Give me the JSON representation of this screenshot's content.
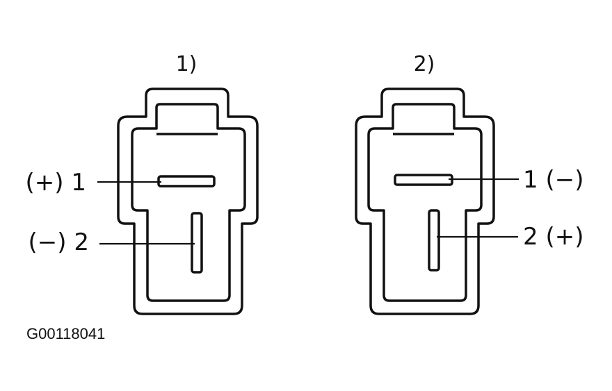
{
  "figure_code": "G00118041",
  "connectors": [
    {
      "title": "1)",
      "terminals": [
        {
          "label": "(+) 1"
        },
        {
          "label": "(−) 2"
        }
      ]
    },
    {
      "title": "2)",
      "terminals": [
        {
          "label": "1 (−)"
        },
        {
          "label": "2 (+)"
        }
      ]
    }
  ]
}
